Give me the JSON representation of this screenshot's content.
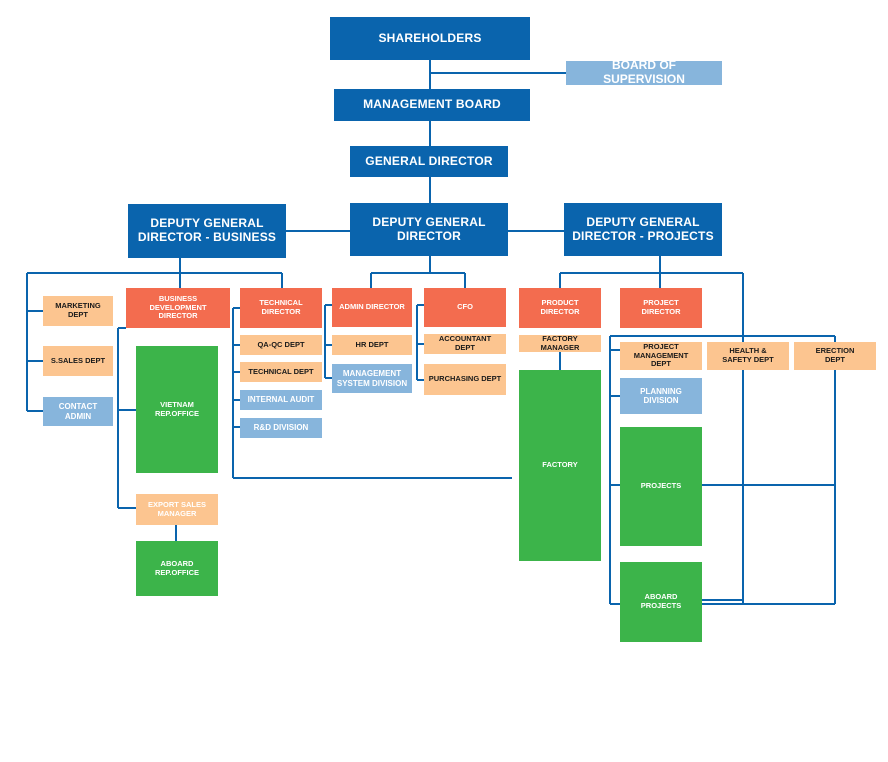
{
  "top": {
    "shareholders": "SHAREHOLDERS",
    "board_of_supervision": "BOARD OF SUPERVISION",
    "management_board": "MANAGEMENT BOARD",
    "general_director": "GENERAL DIRECTOR"
  },
  "deputies": {
    "business": "DEPUTY GENERAL\nDIRECTOR - BUSINESS",
    "general": "DEPUTY GENERAL\nDIRECTOR",
    "projects": "DEPUTY GENERAL\nDIRECTOR - PROJECTS"
  },
  "business": {
    "marketing": "MARKETING DEPT",
    "s_sales": "S.SALES DEPT",
    "contact_admin": "CONTACT ADMIN",
    "bd_director": "BUSINESS\nDEVELOPMENT\nDIRECTOR",
    "vietnam_office": "VIETNAM\nREP.OFFICE",
    "export_sales": "EXPORT SALES\nMANAGER",
    "aboard_office": "ABOARD\nREP.OFFICE",
    "technical_director": "TECHNICAL\nDIRECTOR",
    "qaqc": "QA-QC DEPT",
    "technical_dept": "TECHNICAL DEPT",
    "internal_audit": "INTERNAL AUDIT",
    "rd_division": "R&D DIVISION"
  },
  "general": {
    "admin_director": "ADMIN DIRECTOR",
    "hr_dept": "HR DEPT",
    "mgmt_system": "MANAGEMENT\nSYSTEM DIVISION",
    "cfo": "CFO",
    "accountant": "ACCOUNTANT DEPT",
    "purchasing": "PURCHASING DEPT"
  },
  "projects": {
    "product_director": "PRODUCT\nDIRECTOR",
    "factory_manager": "FACTORY MANAGER",
    "factory": "FACTORY",
    "project_director": "PROJECT\nDIRECTOR",
    "pm_dept": "PROJECT\nMANAGEMENT\nDEPT",
    "health_safety": "HEALTH &\nSAFETY DEPT",
    "erection": "ERECTION\nDEPT",
    "planning": "PLANNING\nDIVISION",
    "projects_box": "PROJECTS",
    "aboard_projects": "ABOARD\nPROJECTS"
  },
  "colors": {
    "navy": "#0a64ad",
    "light_blue": "#87b5dc",
    "red": "#f36c4f",
    "orange": "#fcc590",
    "green": "#3cb44a",
    "connector": "#0a64ad"
  }
}
